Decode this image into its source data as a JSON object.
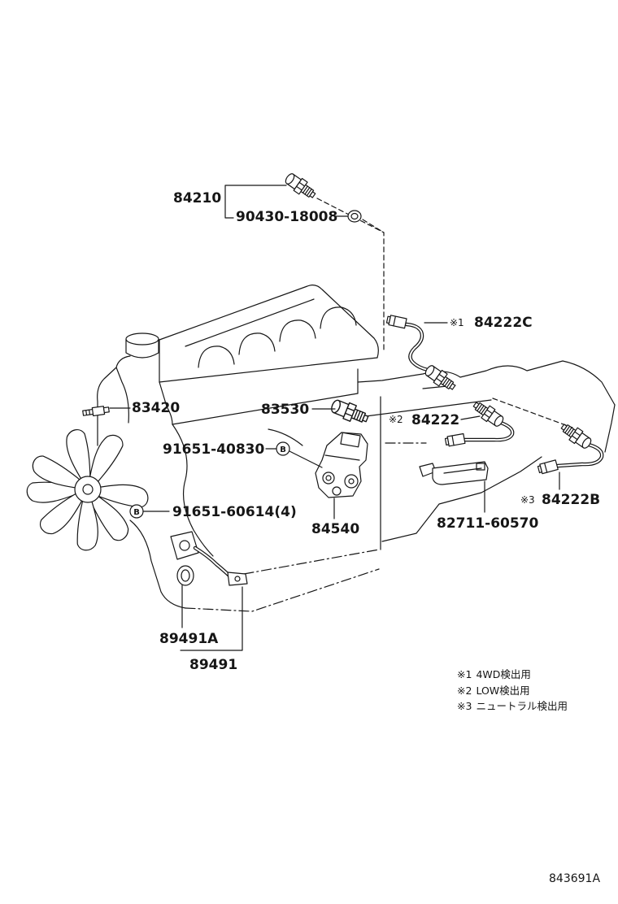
{
  "parts": {
    "p84210": "84210",
    "p90430_18008": "90430-18008",
    "p84222C": {
      "mark": "※1",
      "number": "84222C"
    },
    "p83420": "83420",
    "p83530": "83530",
    "p84222": {
      "mark": "※2",
      "number": "84222"
    },
    "p91651_40830": "91651-40830",
    "p91651_60614": "91651-60614(4)",
    "p84540": "84540",
    "p82711_60570": "82711-60570",
    "p84222B": {
      "mark": "※3",
      "number": "84222B"
    },
    "p89491A": "89491A",
    "p89491": "89491"
  },
  "bolt_marker": "B",
  "legend": [
    {
      "mark": "※1",
      "text": "4WD検出用"
    },
    {
      "mark": "※2",
      "text": "LOW検出用"
    },
    {
      "mark": "※3",
      "text": "ニュートラル検出用"
    }
  ],
  "figure_id": "843691A"
}
